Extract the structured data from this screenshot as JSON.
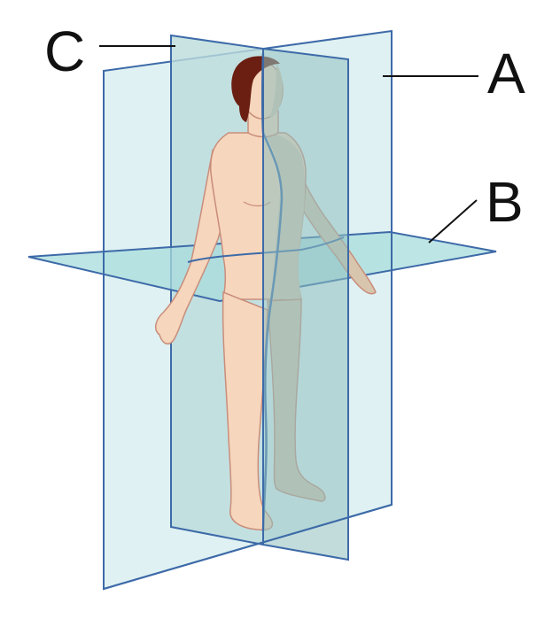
{
  "labels": {
    "a": "A",
    "b": "B",
    "c": "C"
  },
  "planes": {
    "a": {
      "fill": "#d9eef0",
      "stroke": "#3d6aa8"
    },
    "b": {
      "fill": "#a8dcdc",
      "stroke": "#3d6aa8"
    },
    "c": {
      "fill": "#8fbfbf",
      "stroke": "#3d6aa8"
    }
  },
  "body": {
    "skin": "#f6d6bd",
    "skin_shaded": "#d8c5ae",
    "outline": "#c98d7a",
    "hair": "#6b1f12"
  }
}
